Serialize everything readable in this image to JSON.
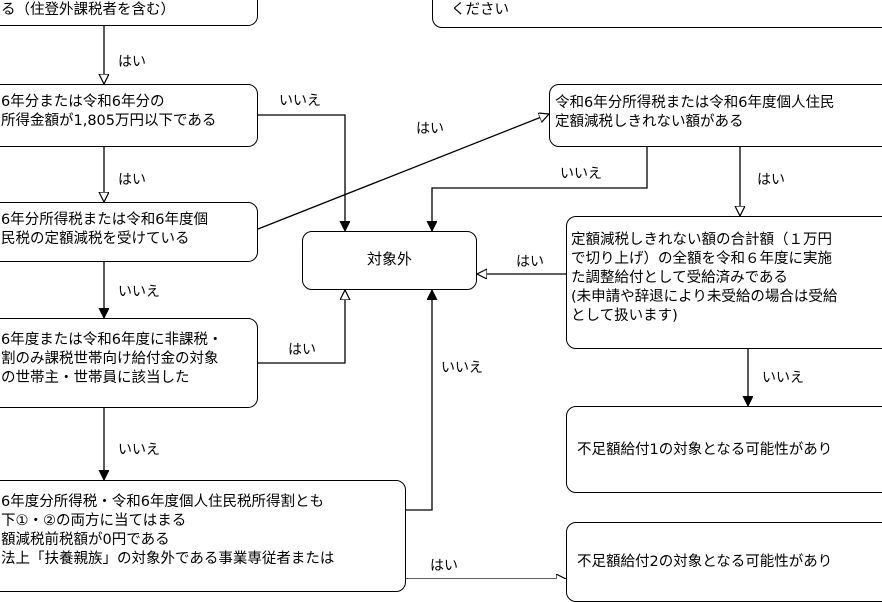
{
  "nodes": {
    "top_left": "る（住登外課税者を含む）",
    "top_right": "ください",
    "income": "6年分または令和6年分の\n所得金額が1,805万円以下である",
    "gentei": "6年分所得税または令和6年度個\n民税の定額減税を受けている",
    "hikazei": "6年度または令和6年度に非課税・\n割のみ課税世帯向け給付金の対象\nの世帯主・世帯員に該当した",
    "conditions": "6年度分所得税・令和6年度個人住民税所得割とも\n下①・②の両方に当てはまる\n額減税前税額が0円である\n法上「扶養親族」の対象外である事業専従者または",
    "taishogai": "対象外",
    "remaining": "令和6年分所得税または令和6年度個人住民\n定額減税しきれない額がある",
    "total": "定額減税しきれない額の合計額（１万円\nで切り上げ）の全額を令和６年度に実施\nた調整給付として受給済みである\n(未申請や辞退により未受給の場合は受給\nとして扱います)",
    "fusoku1": "不足額給付1の対象となる可能性があり",
    "fusoku2": "不足額給付2の対象となる可能性があり"
  },
  "edge_labels": {
    "e1": "はい",
    "e2": "いいえ",
    "e3": "はい",
    "e4": "はい",
    "e5": "いいえ",
    "e6": "はい",
    "e7": "いいえ",
    "e8": "いいえ",
    "e9": "いいえ",
    "e10": "はい",
    "e11": "はい",
    "e12": "いいえ"
  }
}
